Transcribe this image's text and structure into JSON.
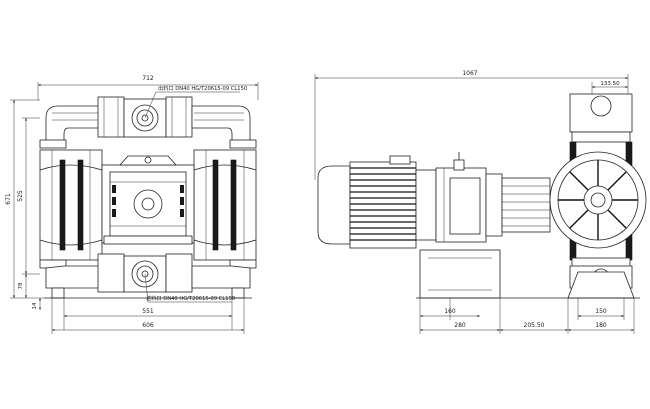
{
  "front_view": {
    "overall_width": "712",
    "outlet_label": "出料口 DN40 HG/T20615-09 CL150",
    "inlet_label": "进料口 DN40 HG/T20615-09 CL150",
    "overall_height": "671",
    "port_centers": "525",
    "inlet_height": "78",
    "base_height": "14",
    "base_width": "551",
    "foot_span": "606"
  },
  "side_view": {
    "overall_length": "1067",
    "port_offset": "133.50",
    "motor_base_1": "160",
    "motor_base_2": "280",
    "pump_offset": "205.50",
    "pump_base_1": "150",
    "pump_base_2": "180"
  }
}
